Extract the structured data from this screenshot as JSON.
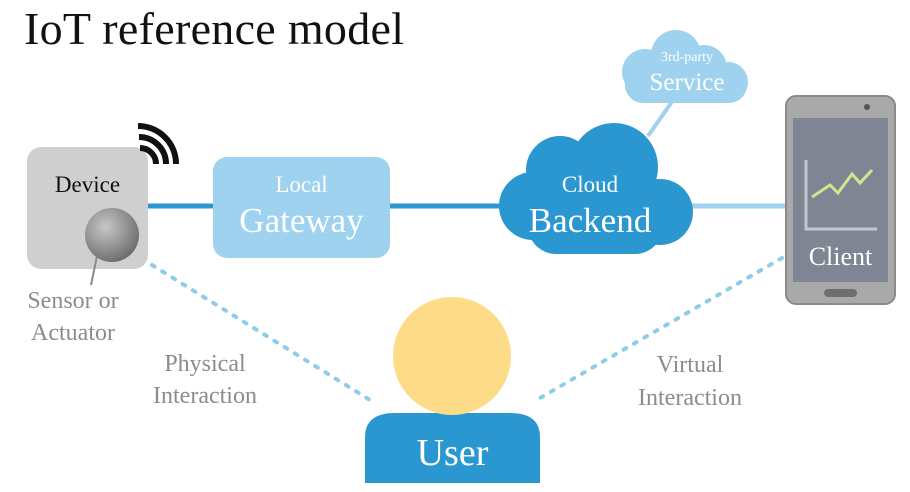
{
  "title": "IoT reference model",
  "device": {
    "label": "Device"
  },
  "sensor": {
    "line1": "Sensor or",
    "line2": "Actuator"
  },
  "gateway": {
    "line1": "Local",
    "line2": "Gateway"
  },
  "cloud": {
    "line1": "Cloud",
    "line2": "Backend"
  },
  "third_party": {
    "line1": "3rd-party",
    "line2": "Service"
  },
  "client": {
    "label": "Client"
  },
  "physical": {
    "line1": "Physical",
    "line2": "Interaction"
  },
  "virtual": {
    "line1": "Virtual",
    "line2": "Interaction"
  },
  "user": {
    "label": "User"
  },
  "icons": [
    "wifi-icon",
    "sensor-icon",
    "chart-icon",
    "user-icon",
    "phone-icon"
  ],
  "colors": {
    "primary_blue": "#2a97d0",
    "light_blue": "#9ed2ee",
    "device_gray": "#cfcfcf",
    "user_head": "#fddb88",
    "label_gray": "#8c8c8c"
  }
}
